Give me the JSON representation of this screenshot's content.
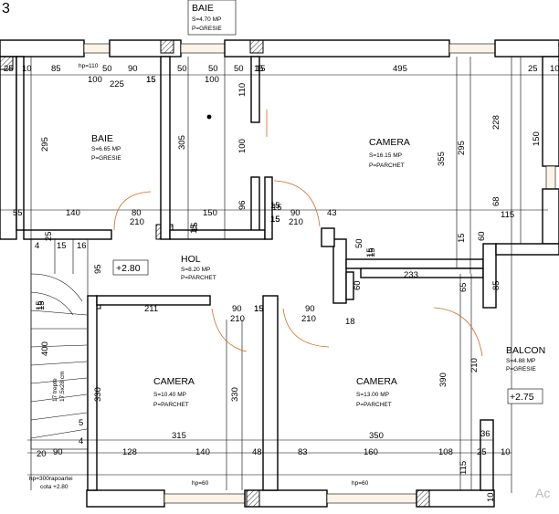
{
  "corner_label": "3",
  "rooms": {
    "baie_top": {
      "name": "BAIE",
      "area": "S=4.70 MP",
      "floor": "P=GRESIE"
    },
    "baie": {
      "name": "BAIE",
      "area": "S=6.65 MP",
      "floor": "P=GRESIE"
    },
    "camera_ne": {
      "name": "CAMERA",
      "area": "S=16.15 MP",
      "floor": "P=PARCHET"
    },
    "hol": {
      "name": "HOL",
      "area": "S=8.20 MP",
      "floor": "P=PARCHET"
    },
    "camera_sw": {
      "name": "CAMERA",
      "area": "S=10.40 MP",
      "floor": "P=PARCHET"
    },
    "camera_se": {
      "name": "CAMERA",
      "area": "S=13.00 MP",
      "floor": "P=PARCHET"
    },
    "balcon": {
      "name": "BALCON",
      "area": "S=4.88 MP",
      "floor": "P=GRESIE"
    }
  },
  "levels": {
    "hol": "+2.80",
    "balcon": "+2.75"
  },
  "stair": {
    "steps": "17 trepte",
    "size": "17.5x28 cm",
    "note_line1": "hp=300rapoartei",
    "note_line2": "cota +2.80"
  },
  "hp_labels": {
    "top_left": "hp=110",
    "bottom_left": "hp=60",
    "bottom_right": "hp=60"
  },
  "dims": {
    "top_row": [
      "25",
      "10",
      "85",
      "50",
      "90",
      "50",
      "50",
      "50",
      "15",
      "495",
      "25",
      "10"
    ],
    "top_row2": [
      "100",
      "225",
      "15",
      "100"
    ],
    "vertical": [
      "295",
      "305",
      "110",
      "100",
      "96",
      "355",
      "228",
      "150",
      "295",
      "68",
      "15",
      "60",
      "50",
      "15",
      "60",
      "85",
      "65",
      "390",
      "210",
      "330",
      "330",
      "36",
      "115",
      "10"
    ],
    "mid_row": [
      "140",
      "80",
      "150",
      "15",
      "90",
      "43",
      "115",
      "55",
      "25"
    ],
    "mid_row2": [
      "210",
      "15",
      "15",
      "210",
      "233"
    ],
    "hol_row": [
      "211",
      "90",
      "15",
      "90",
      "18"
    ],
    "hol_row2": [
      "210",
      "210"
    ],
    "bottom_row": [
      "315",
      "350"
    ],
    "bottom_row2": [
      "90",
      "128",
      "140",
      "48",
      "83",
      "160",
      "108",
      "25",
      "10"
    ],
    "left_col": [
      "4",
      "15",
      "16",
      "95",
      "400",
      "15",
      "5",
      "4",
      "20"
    ],
    "misc": [
      "15",
      "15",
      "15",
      "15",
      "15",
      "15",
      "15",
      "15"
    ]
  },
  "watermark": "Ac"
}
